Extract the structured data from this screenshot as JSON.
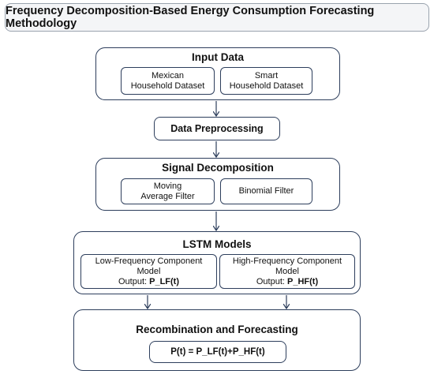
{
  "title": "Frequency Decomposition-Based Energy Consumption Forecasting Methodology",
  "input_data": {
    "title": "Input Data",
    "items": [
      {
        "line1": "Mexican",
        "line2": "Household Dataset"
      },
      {
        "line1": "Smart",
        "line2": "Household Dataset"
      }
    ]
  },
  "preprocessing": {
    "title": "Data Preprocessing"
  },
  "decomposition": {
    "title": "Signal Decomposition",
    "items": [
      {
        "line1": "Moving",
        "line2": "Average Filter"
      },
      {
        "line1": "Binomial Filter"
      }
    ]
  },
  "lstm": {
    "title": "LSTM Models",
    "low": {
      "line1": "Low-Frequency Component",
      "line2": "Model",
      "output_label": "Output:",
      "output_value": "P_LF(t)"
    },
    "high": {
      "line1": "High-Frequency Component",
      "line2": "Model",
      "output_label": "Output:",
      "output_value": "P_HF(t)"
    }
  },
  "recombination": {
    "title": "Recombination and Forecasting",
    "formula": "P(t) = P_LF(t)+P_HF(t)"
  },
  "colors": {
    "border": "#2d3e5c",
    "arrow": "#2d3e5c",
    "title_bg": "#f4f5f7"
  }
}
